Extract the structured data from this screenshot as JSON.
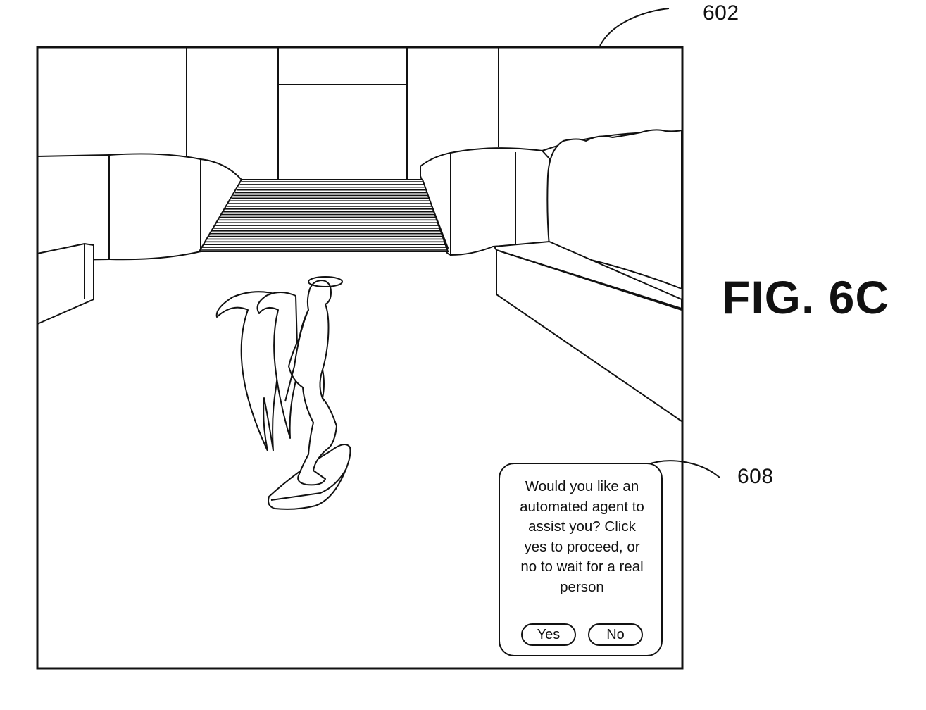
{
  "figure": {
    "title": "FIG. 6C",
    "screen_ref": "602",
    "dialog_ref": "608"
  },
  "dialog": {
    "message": "Would you like an\nautomated agent to\nassist you?  Click\nyes to proceed, or\nno to wait for a real\nperson",
    "yes_label": "Yes",
    "no_label": "No"
  },
  "icons": {
    "avatar": "winged-angel-skateboarder",
    "halo": "halo-icon"
  }
}
